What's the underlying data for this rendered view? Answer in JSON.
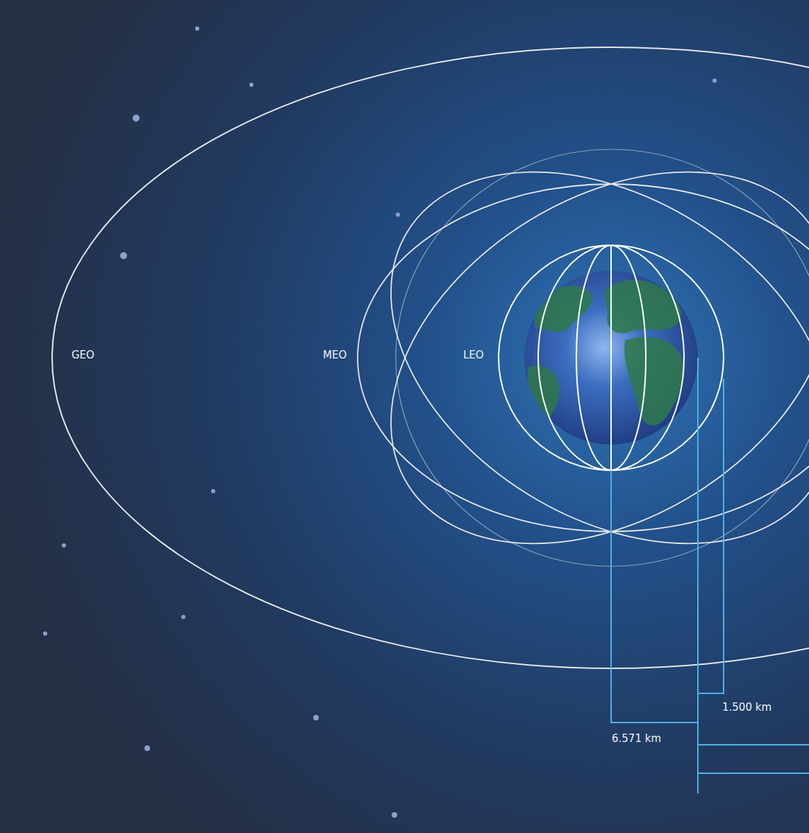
{
  "diagram": {
    "labels": [
      "GEO",
      "MEO",
      "LEO",
      "1.500 km",
      "6.571 km"
    ]
  }
}
